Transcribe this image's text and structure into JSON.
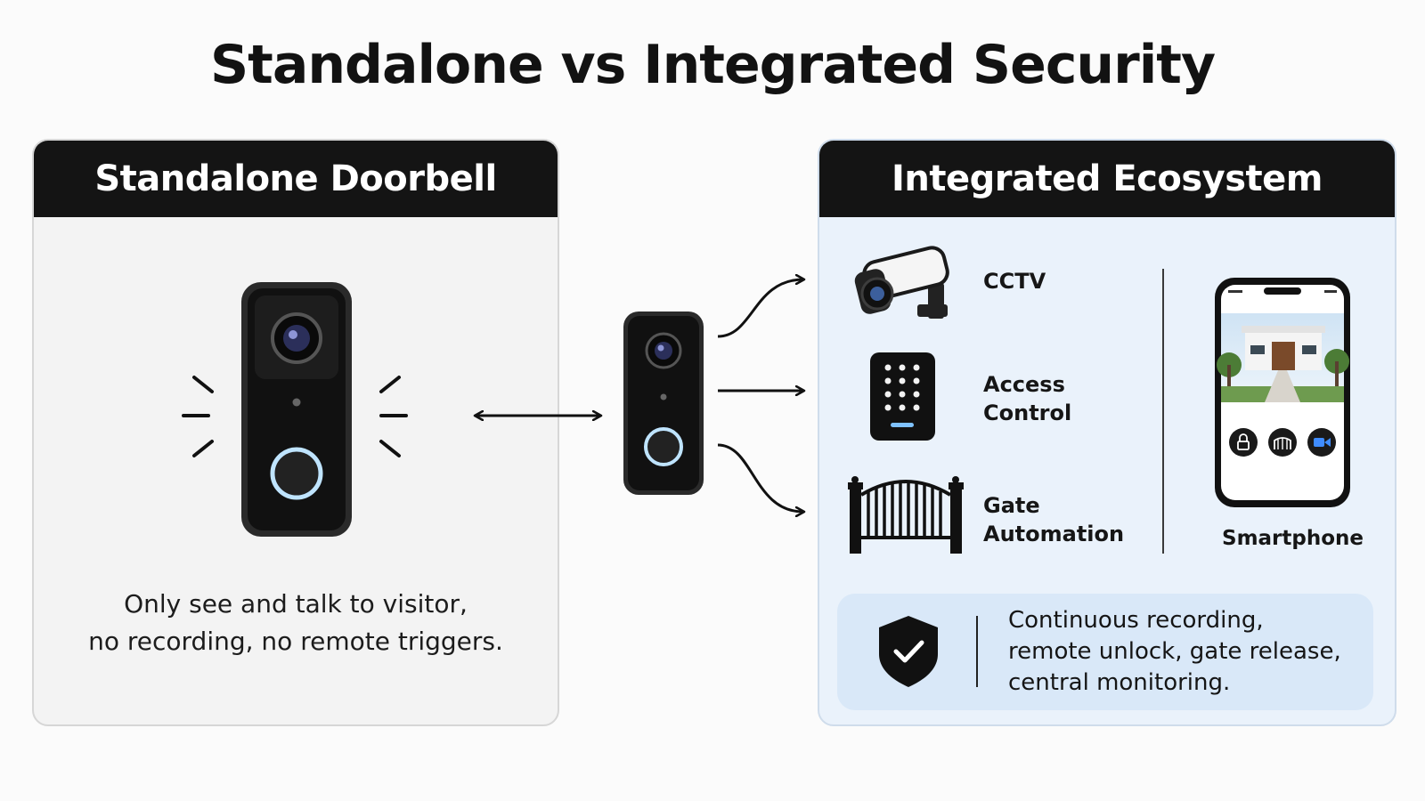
{
  "title": "Standalone vs Integrated Security",
  "left_panel": {
    "header": "Standalone Doorbell",
    "caption": "Only see and talk to visitor,\nno recording, no remote triggers."
  },
  "right_panel": {
    "header": "Integrated Ecosystem",
    "devices": [
      {
        "label": "CCTV",
        "icon": "cctv-camera-icon"
      },
      {
        "label": "Access\nControl",
        "icon": "keypad-icon"
      },
      {
        "label": "Gate\nAutomation",
        "icon": "gate-icon"
      }
    ],
    "smartphone": {
      "label": "Smartphone",
      "app_buttons": [
        "lock-icon",
        "gate-icon",
        "video-icon"
      ]
    },
    "benefit": {
      "icon": "shield-check-icon",
      "text": "Continuous recording,\nremote unlock, gate release,\ncentral monitoring."
    }
  },
  "colors": {
    "header_bg": "#141414",
    "ring_glow": "#bfe4ff",
    "right_panel_bg": "#eaf2fb",
    "benefit_bg": "#d9e8f8",
    "accent_blue": "#2f7bd6"
  }
}
